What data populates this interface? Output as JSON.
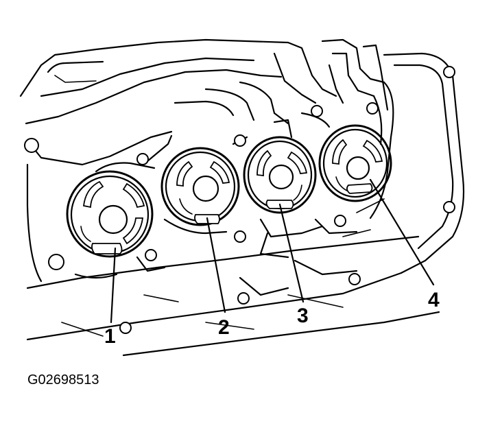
{
  "figure": {
    "id": "G02698513"
  },
  "callouts": [
    {
      "label": "1"
    },
    {
      "label": "2"
    },
    {
      "label": "3"
    },
    {
      "label": "4"
    }
  ],
  "colors": {
    "ink": "#000000",
    "paper": "#ffffff"
  }
}
